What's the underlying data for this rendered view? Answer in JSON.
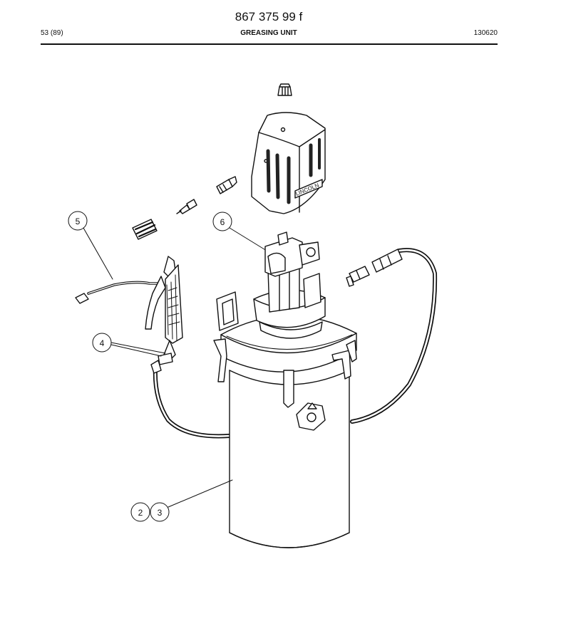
{
  "header": {
    "doc_number": "867 375 99 f",
    "page_ref": "53 (89)",
    "section_title": "GREASING UNIT",
    "date_code": "130620"
  },
  "drawing": {
    "cover_lettering": "LINCOLN",
    "callouts": [
      "5",
      "6",
      "4",
      "2",
      "3"
    ]
  }
}
